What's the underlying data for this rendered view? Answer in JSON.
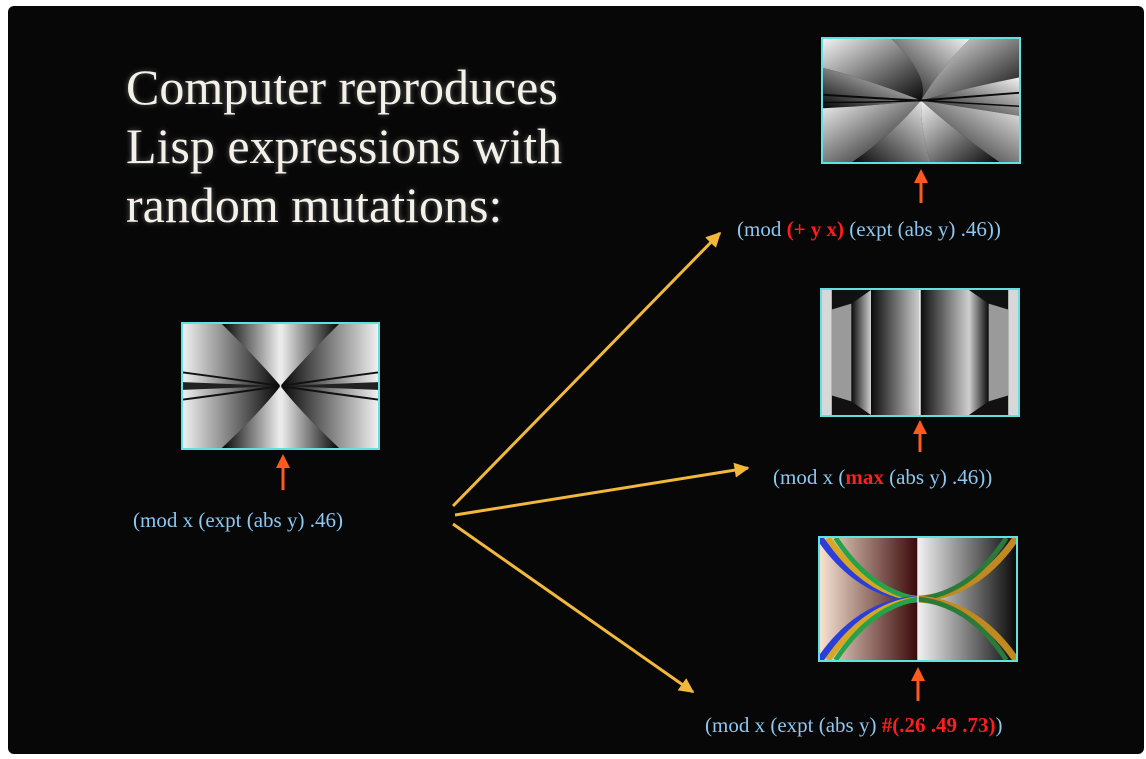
{
  "title": {
    "line1": "Computer reproduces",
    "line2": "Lisp expressions with",
    "line3": "random mutations:"
  },
  "colors": {
    "background": "#070707",
    "title_text": "#f4f1e8",
    "expression_text": "#8cc8f2",
    "mutation_text": "#ff1d1d",
    "frame_border": "#5fe3de",
    "pointer_arrow": "#ff5a1e",
    "branch_arrow": "#f2b83c"
  },
  "parent": {
    "expression": "(mod x (expt (abs y) .46)"
  },
  "children": [
    {
      "expr_prefix": "(mod ",
      "mutation": "(+ y x)",
      "expr_suffix": " (expt (abs y) .46))"
    },
    {
      "expr_prefix": "(mod x (",
      "mutation": "max",
      "expr_suffix": " (abs y) .46))"
    },
    {
      "expr_prefix": "(mod x (expt (abs y) ",
      "mutation": "#(.26 .49 .73)",
      "expr_suffix": ")"
    }
  ]
}
